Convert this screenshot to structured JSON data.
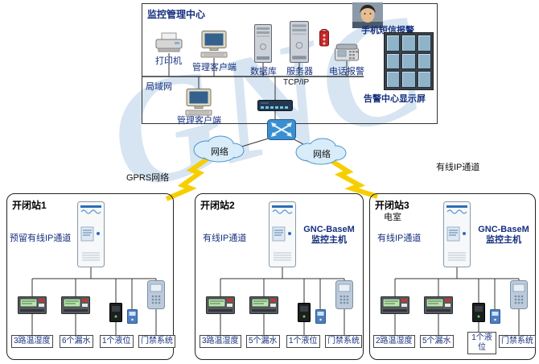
{
  "watermark": "GNC",
  "control_center": {
    "title": "监控管理中心",
    "printer": "打印机",
    "client1": "管理客户端",
    "database": "数据库",
    "server": "服务器",
    "phone_alarm": "电话报警",
    "sms_alarm": "手机短信报警",
    "display_wall": "告警中心显示屏",
    "lan": "局域网",
    "protocol": "TCP/IP",
    "client2": "管理客户端"
  },
  "network": {
    "cloud_left": "网络",
    "cloud_right": "网络",
    "gprs_label": "GPRS网络",
    "wired_label": "有线IP通道"
  },
  "stations": [
    {
      "title": "开闭站1",
      "channel": "预留有线IP通道",
      "sensors": [
        "3路温湿度",
        "6个漏水",
        "1个液位",
        "门禁系统"
      ]
    },
    {
      "title": "开闭站2",
      "channel": "有线IP通道",
      "host_line1": "GNC-BaseM",
      "host_line2": "监控主机",
      "sensors": [
        "3路温湿度",
        "5个漏水",
        "1个液位",
        "门禁系统"
      ]
    },
    {
      "title": "开闭站3",
      "room": "电室",
      "channel": "有线IP通道",
      "host_line1": "GNC-BaseM",
      "host_line2": "监控主机",
      "sensors": [
        "2路温湿度",
        "5个漏水",
        "1个液位",
        "门禁系统"
      ]
    }
  ],
  "colors": {
    "label_navy": "#16307e",
    "bolt_yellow": "#f7ce00",
    "cloud_fill": "#d8ecfa",
    "accent_blue": "#2e6db4"
  }
}
